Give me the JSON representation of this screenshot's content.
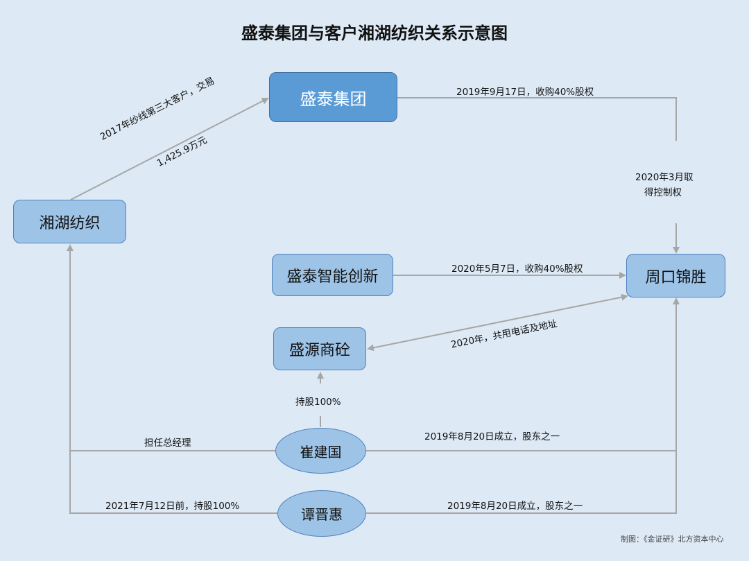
{
  "title": "盛泰集团与客户湘湖纺织关系示意图",
  "nodes": {
    "shengtai_group": "盛泰集团",
    "xianghu": "湘湖纺织",
    "shengtai_smart": "盛泰智能创新",
    "zhoukou": "周口锦胜",
    "shengyuan": "盛源商砼",
    "cui": "崔建国",
    "tan": "谭晋惠"
  },
  "edges": {
    "xianghu_to_group_1": "2017年纱线第三大客户，交易",
    "xianghu_to_group_2": "1,425.9万元",
    "group_to_zhoukou_top": "2019年9月17日，收购40%股权",
    "group_to_zhoukou_side_1": "2020年3月取",
    "group_to_zhoukou_side_2": "得控制权",
    "smart_to_zhoukou": "2020年5月7日，收购40%股权",
    "shengyuan_zhoukou": "2020年，共用电话及地址",
    "cui_to_shengyuan": "持股100%",
    "cui_to_xianghu": "担任总经理",
    "cui_to_zhoukou": "2019年8月20日成立，股东之一",
    "tan_to_xianghu": "2021年7月12日前，持股100%",
    "tan_to_zhoukou": "2019年8月20日成立，股东之一"
  },
  "credit": "制图：《金证研》北方资本中心",
  "colors": {
    "background": "#dde9f5",
    "node": "#9dc3e6",
    "main_node": "#5b9bd5",
    "line": "#a6a6a6"
  }
}
